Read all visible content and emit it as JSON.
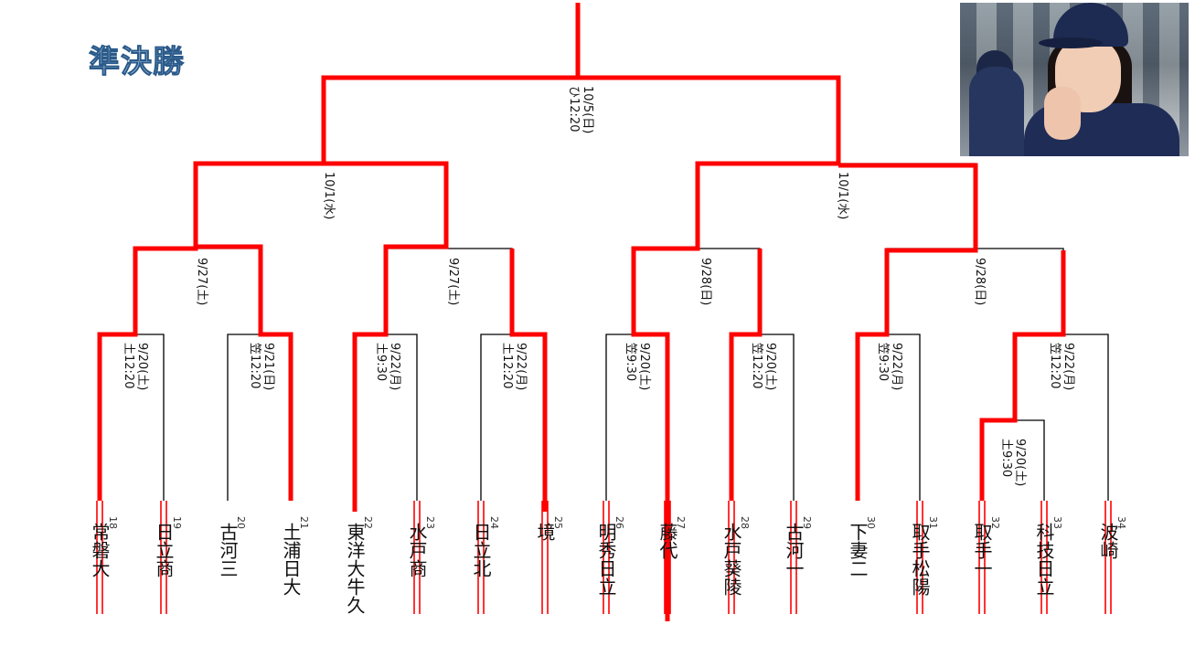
{
  "title": "準決勝",
  "photo": {
    "icon": "cheering-fan-photo"
  },
  "colors": {
    "win": "#ff0000",
    "line": "#000000",
    "title_fill": "#cfe0f2",
    "title_stroke": "#2a5a8a"
  },
  "teams": [
    {
      "name": "常磐大",
      "num": "18",
      "crossed": true
    },
    {
      "name": "日立商",
      "num": "19",
      "crossed": true
    },
    {
      "name": "古河三",
      "num": "20",
      "crossed": false
    },
    {
      "name": "土浦日大",
      "num": "21",
      "crossed": false
    },
    {
      "name": "東洋大牛久",
      "num": "22",
      "crossed": false
    },
    {
      "name": "水戸商",
      "num": "23",
      "crossed": true
    },
    {
      "name": "日立北",
      "num": "24",
      "crossed": true
    },
    {
      "name": "境",
      "num": "25",
      "crossed": true
    },
    {
      "name": "明秀日立",
      "num": "26",
      "crossed": true
    },
    {
      "name": "藤代",
      "num": "27",
      "crossed": true
    },
    {
      "name": "水戸葵陵",
      "num": "28",
      "crossed": true
    },
    {
      "name": "古河一",
      "num": "29",
      "crossed": true
    },
    {
      "name": "下妻二",
      "num": "30",
      "crossed": false
    },
    {
      "name": "取手松陽",
      "num": "31",
      "crossed": true
    },
    {
      "name": "取手一",
      "num": "32",
      "crossed": true
    },
    {
      "name": "科技日立",
      "num": "33",
      "crossed": true
    },
    {
      "name": "波崎",
      "num": "34",
      "crossed": true
    }
  ],
  "match_labels": {
    "r0": [
      "9/20(土)",
      "土9:30"
    ],
    "r1_1": [
      "9/20(土)",
      "土12:20"
    ],
    "r1_2": [
      "9/21(日)",
      "笠12:20"
    ],
    "r1_3": [
      "9/22(月)",
      "土9:30"
    ],
    "r1_4": [
      "9/22(月)",
      "土12:20"
    ],
    "r1_5": [
      "9/20(土)",
      "笠9:30"
    ],
    "r1_6": [
      "9/20(土)",
      "笠12:20"
    ],
    "r1_7": [
      "9/22(月)",
      "笠9:30"
    ],
    "r1_8": [
      "9/22(月)",
      "笠12:20"
    ],
    "qf_1": [
      "9/27(土)"
    ],
    "qf_2": [
      "9/27(土)"
    ],
    "qf_3": [
      "9/28(日)"
    ],
    "qf_4": [
      "9/28(日)"
    ],
    "sf_1": [
      "10/1(水)"
    ],
    "sf_2": [
      "10/1(水)"
    ],
    "final": [
      "10/5(日)",
      "ひ12:20"
    ]
  }
}
